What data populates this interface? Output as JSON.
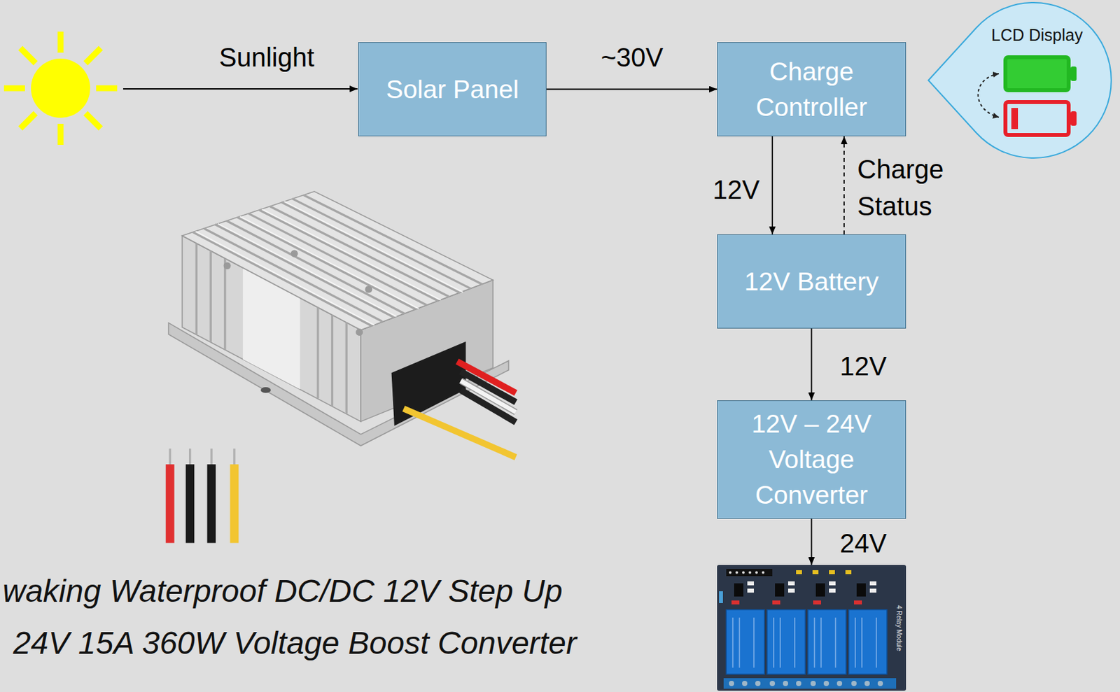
{
  "diagram": {
    "nodes": [
      {
        "text": [
          "Solar Panel"
        ]
      },
      {
        "text": [
          "Charge Controller"
        ]
      },
      {
        "text": [
          "LCD Display"
        ]
      },
      {
        "text": [
          "12V Battery"
        ]
      },
      {
        "text": [
          "12V – 24V Voltage Converter"
        ]
      },
      {
        "text": [
          "4 Relay Module"
        ]
      }
    ],
    "edges": [
      {
        "from": 0,
        "to": 1,
        "label": "~30V",
        "arrow": "to"
      },
      {
        "from": 1,
        "to": 3,
        "label": "12V",
        "arrow": "to"
      },
      {
        "from": 3,
        "to": 1,
        "label": "Charge Status",
        "arrow": "to"
      },
      {
        "from": 3,
        "to": 4,
        "label": "12V",
        "arrow": "to"
      },
      {
        "from": 4,
        "to": 5,
        "label": "24V",
        "arrow": "to"
      }
    ],
    "labels": [
      "Sunlight",
      "waking Waterproof DC/DC 12V Step Up",
      "24V 15A 360W Voltage Boost Converter"
    ]
  }
}
